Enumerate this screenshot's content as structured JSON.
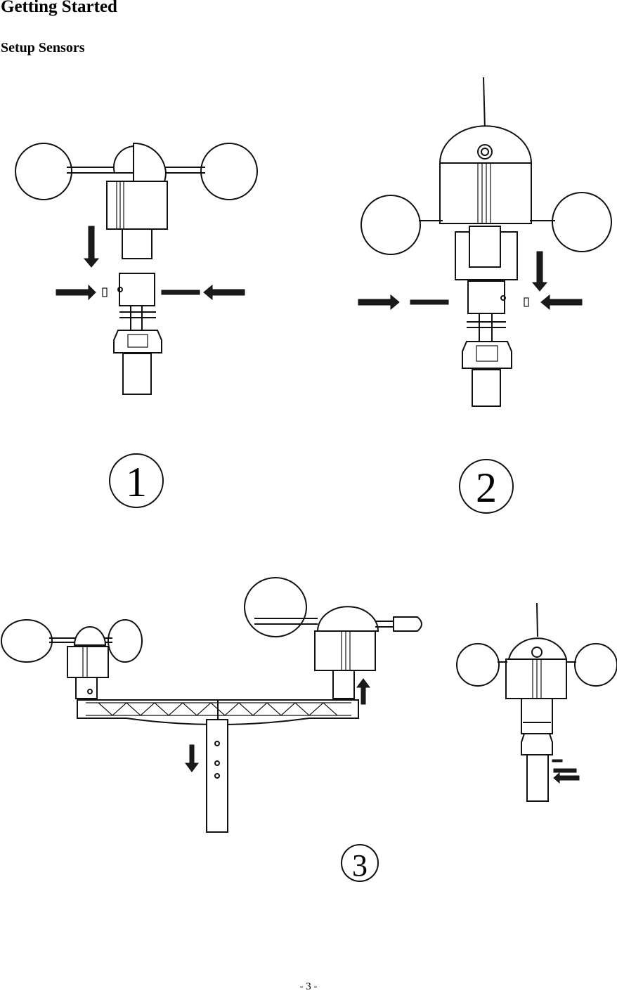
{
  "document": {
    "title": "Getting Started",
    "subtitle": "Setup Sensors",
    "page_number": "- 3 -"
  },
  "figures": [
    {
      "step": "1"
    },
    {
      "step": "2"
    },
    {
      "step": "3"
    }
  ]
}
